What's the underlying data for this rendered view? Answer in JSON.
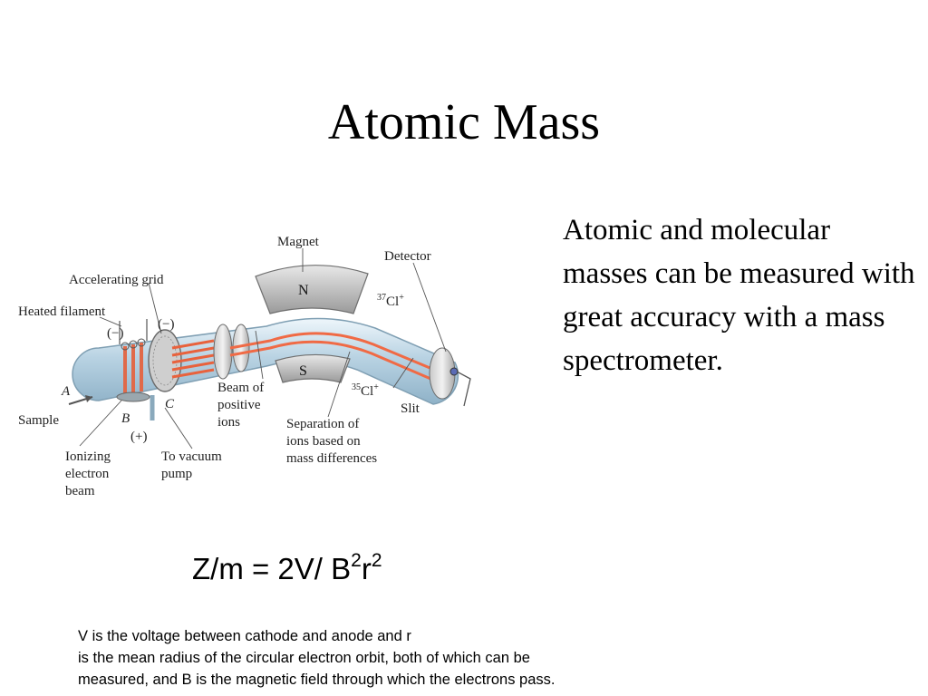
{
  "slide": {
    "title": "Atomic Mass",
    "body": "Atomic and molecular masses can be measured with great accuracy with a mass spectrometer."
  },
  "diagram": {
    "labels": {
      "magnet": "Magnet",
      "detector": "Detector",
      "accelerating_grid": "Accelerating grid",
      "heated_filament": "Heated filament",
      "minus_filament": "(−)",
      "minus_grid": "(−)",
      "pole_n": "N",
      "pole_s": "S",
      "cl37": "Cl",
      "cl37_mass": "37",
      "cl37_charge": "+",
      "cl35": "Cl",
      "cl35_mass": "35",
      "cl35_charge": "+",
      "point_a": "A",
      "point_b": "B",
      "point_c": "C",
      "sample": "Sample",
      "plus": "(+)",
      "beam_line1": "Beam of",
      "beam_line2": "positive",
      "beam_line3": "ions",
      "slit": "Slit",
      "separation_line1": "Separation of",
      "separation_line2": "ions based on",
      "separation_line3": "mass differences",
      "ionizing_line1": "Ionizing",
      "ionizing_line2": "electron",
      "ionizing_line3": "beam",
      "vacuum_line1": "To vacuum",
      "vacuum_line2": "pump"
    }
  },
  "formula": {
    "lhs": "Z/m = 2V/ B",
    "exp1": "2",
    "r": "r",
    "exp2": "2"
  },
  "footnote": {
    "line1": "V is the voltage between cathode and anode and r",
    "line2": "is the mean radius of the circular  electron orbit, both of which can be",
    "line3": "measured, and B is the magnetic field through which the electrons pass."
  }
}
